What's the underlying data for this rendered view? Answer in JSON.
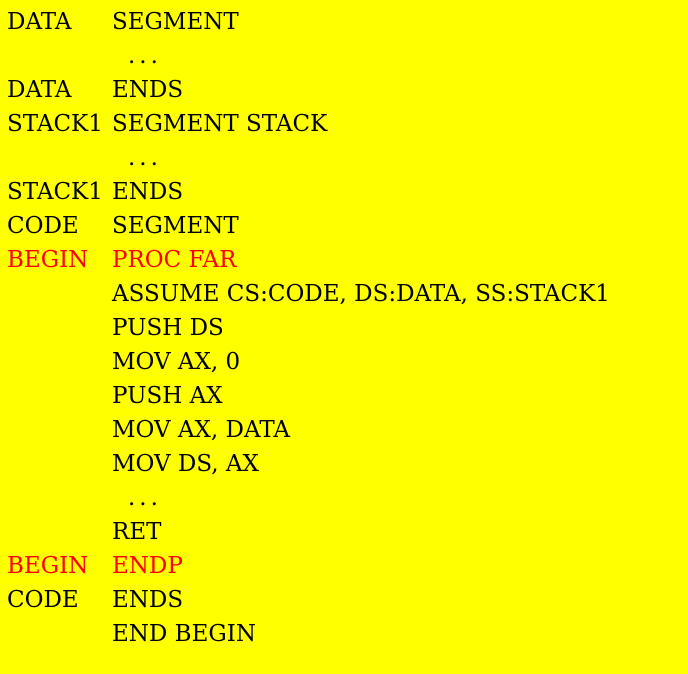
{
  "document": {
    "kind": "assembly-source-listing",
    "background_color": "#ffff00",
    "default_text_color": "#000000",
    "highlight_text_color": "#ff0000",
    "line_count": 18
  },
  "lines": [
    {
      "type": "label",
      "label": "DATA",
      "operand": "SEGMENT",
      "color": "black"
    },
    {
      "type": "ellipsis",
      "text": "...",
      "color": "black"
    },
    {
      "type": "label",
      "label": "DATA",
      "operand": "ENDS",
      "color": "black"
    },
    {
      "type": "label",
      "label": "STACK1",
      "operand": "SEGMENT STACK",
      "color": "black"
    },
    {
      "type": "ellipsis",
      "text": "...",
      "color": "black"
    },
    {
      "type": "label",
      "label": "STACK1",
      "operand": "ENDS",
      "color": "black"
    },
    {
      "type": "label",
      "label": "CODE",
      "operand": "SEGMENT",
      "color": "black"
    },
    {
      "type": "label",
      "label": "BEGIN",
      "operand": "PROC FAR",
      "color": "red"
    },
    {
      "type": "indent",
      "operand": "ASSUME CS:CODE, DS:DATA, SS:STACK1",
      "color": "black"
    },
    {
      "type": "indent",
      "operand": "PUSH DS",
      "color": "black"
    },
    {
      "type": "indent",
      "operand": "MOV AX, 0",
      "color": "black"
    },
    {
      "type": "indent",
      "operand": "PUSH AX",
      "color": "black"
    },
    {
      "type": "indent",
      "operand": "MOV AX, DATA",
      "color": "black"
    },
    {
      "type": "indent",
      "operand": "MOV DS, AX",
      "color": "black"
    },
    {
      "type": "ellipsis",
      "text": "...",
      "color": "black"
    },
    {
      "type": "indent",
      "operand": "RET",
      "color": "black"
    },
    {
      "type": "label",
      "label": "BEGIN",
      "operand": "ENDP",
      "color": "red"
    },
    {
      "type": "label",
      "label": "CODE",
      "operand": "ENDS",
      "color": "black"
    },
    {
      "type": "indent",
      "operand": "END BEGIN",
      "color": "black"
    }
  ]
}
